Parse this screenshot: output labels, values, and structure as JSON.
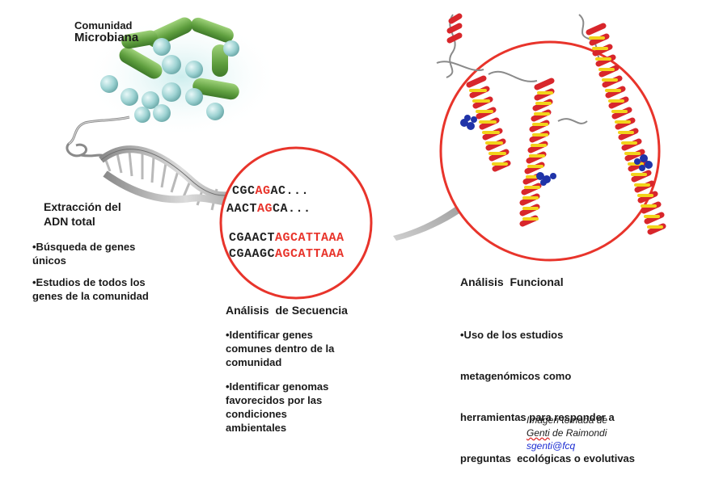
{
  "community": {
    "line1": "Comunidad",
    "line2": "Microbiana"
  },
  "extraction": {
    "title_line1": "Extracción del",
    "title_line2": "ADN total",
    "bullets": [
      {
        "line1": "•Búsqueda de genes",
        "line2": "únicos"
      },
      {
        "line1": "•Estudios de todos los",
        "line2": "genes de la comunidad"
      }
    ]
  },
  "sequence": {
    "rows": [
      {
        "a": "CGC",
        "b": "AG",
        "c": "AC..."
      },
      {
        "a": "AACT",
        "b": "AG",
        "c": "CA..."
      },
      {
        "a": "CGAACT",
        "b": "AGCATTAAA",
        "c": ""
      },
      {
        "a": "CGAAGC",
        "b": "AGCATTAAA",
        "c": ""
      }
    ],
    "title": "Análisis  de Secuencia",
    "bullets": [
      {
        "lines": [
          "•Identificar genes",
          "comunes dentro de la",
          "comunidad"
        ]
      },
      {
        "lines": [
          "•Identificar genomas",
          "favorecidos por las",
          "condiciones",
          "ambientales"
        ]
      }
    ]
  },
  "functional": {
    "title": "Análisis  Funcional",
    "lines": [
      "•Uso de los estudios",
      "metagenómicos como",
      "herramientas para responder a",
      "preguntas  ecológicas o evolutivas"
    ]
  },
  "credit": {
    "line1": "Imagen tomada de",
    "name_a": "Genti",
    "name_b": " de Raimondi",
    "email": "sgenti@fcq"
  },
  "colors": {
    "circle": "#e8342b",
    "sequence_highlight": "#e8342b",
    "helix_red": "#d8262b",
    "helix_yellow": "#f2d31b",
    "bacteria_green": "#6aa64a",
    "cell_cyan": "#9fd8d8",
    "email_blue": "#1a2bd1"
  },
  "icons": [
    "microbe-cluster-illustration",
    "dna-double-helix-illustration",
    "protein-helix-illustration",
    "curved-arrow"
  ]
}
